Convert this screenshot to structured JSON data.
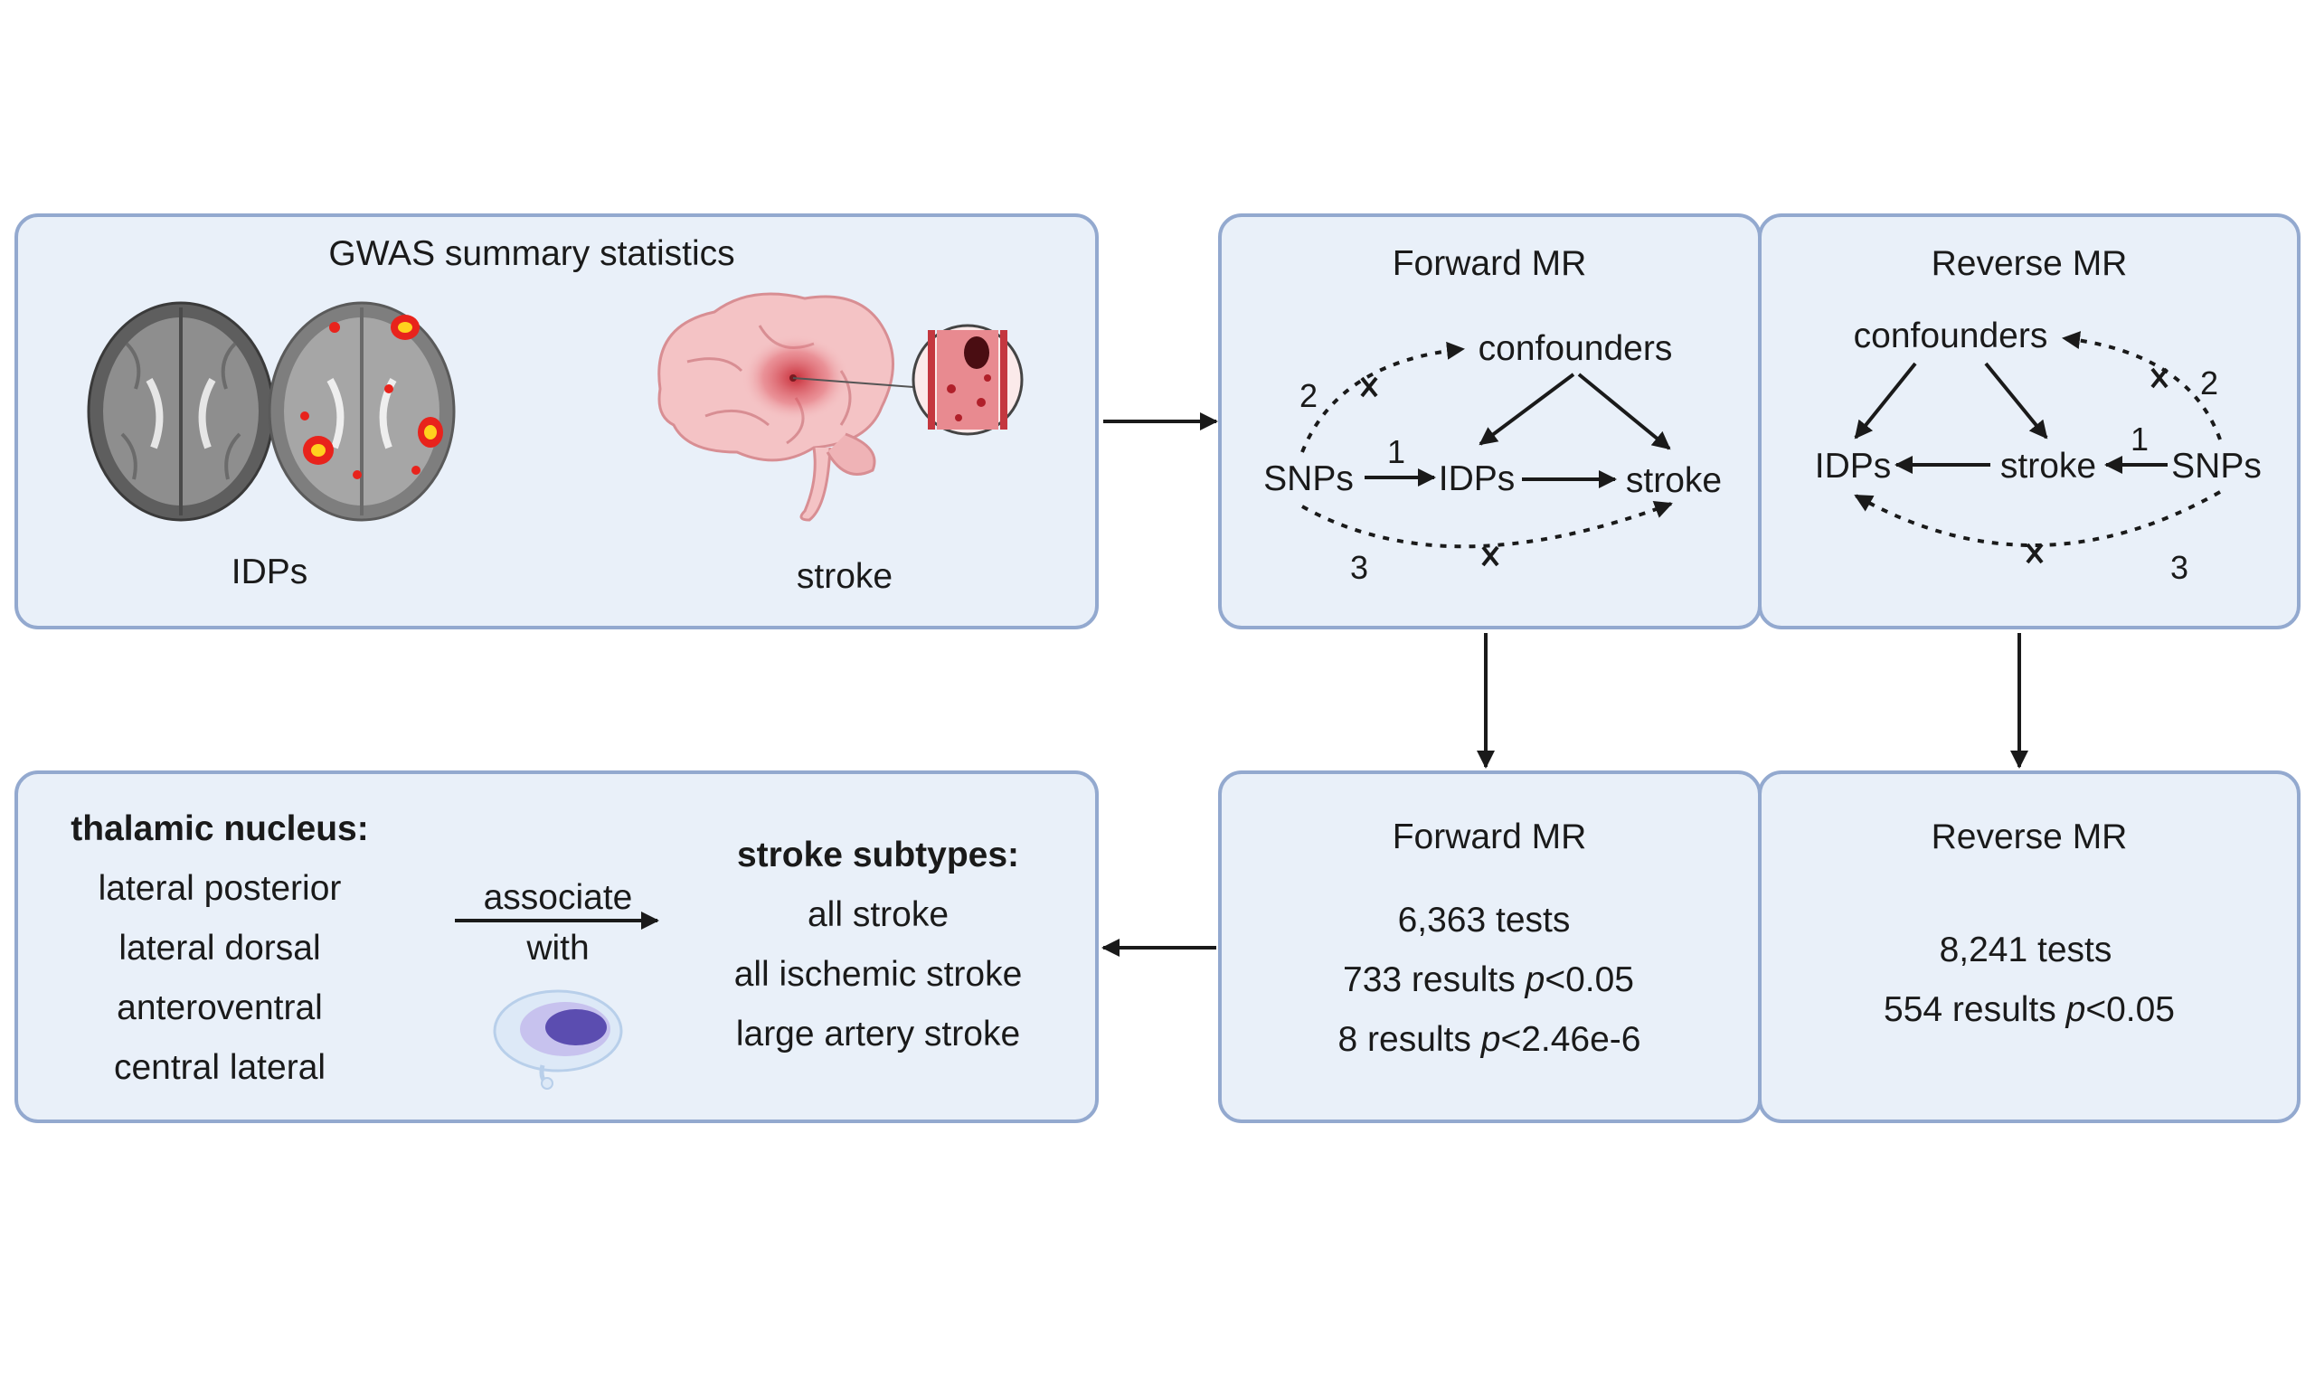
{
  "gwas": {
    "title": "GWAS summary statistics",
    "idps_label": "IDPs",
    "stroke_label": "stroke"
  },
  "forward_mr_dag": {
    "title": "Forward MR",
    "nodes": {
      "confounders": "confounders",
      "snps": "SNPs",
      "idps": "IDPs",
      "stroke": "stroke"
    },
    "path_numbers": [
      "1",
      "2",
      "3"
    ]
  },
  "reverse_mr_dag": {
    "title": "Reverse MR",
    "nodes": {
      "confounders": "confounders",
      "snps": "SNPs",
      "idps": "IDPs",
      "stroke": "stroke"
    },
    "path_numbers": [
      "1",
      "2",
      "3"
    ]
  },
  "forward_mr_results": {
    "title": "Forward MR",
    "tests": "6,363 tests",
    "results_prefix": "733 results ",
    "results_p": "p",
    "results_suffix": "<0.05",
    "sig_prefix": "8 results ",
    "sig_p": "p",
    "sig_suffix": "<2.46e-6"
  },
  "reverse_mr_results": {
    "title": "Reverse MR",
    "tests": "8,241 tests",
    "results_prefix": "554 results ",
    "results_p": "p",
    "results_suffix": "<0.05"
  },
  "conclusion": {
    "thalamic_heading": "thalamic nucleus:",
    "thalamic_items": [
      "lateral posterior",
      "lateral dorsal",
      "anteroventral",
      "central lateral"
    ],
    "associate_label": "associate",
    "with_label": "with",
    "subtypes_heading": "stroke subtypes:",
    "subtype_items": [
      "all stroke",
      "all ischemic stroke",
      "large artery stroke"
    ]
  },
  "colors": {
    "box_fill": "#e9f0f9",
    "box_stroke": "#93a9cf",
    "brain_gray": "#8a8a8a",
    "activation_red": "#e8231c",
    "activation_yellow": "#ffd21e",
    "brain_pink": "#f4c3c5",
    "thalamus_purple": "#5b4db0"
  },
  "icons": [
    "mri-brain-icon",
    "mri-brain-activation-icon",
    "stroke-brain-icon",
    "clotted-vessel-icon",
    "thalamus-icon"
  ]
}
